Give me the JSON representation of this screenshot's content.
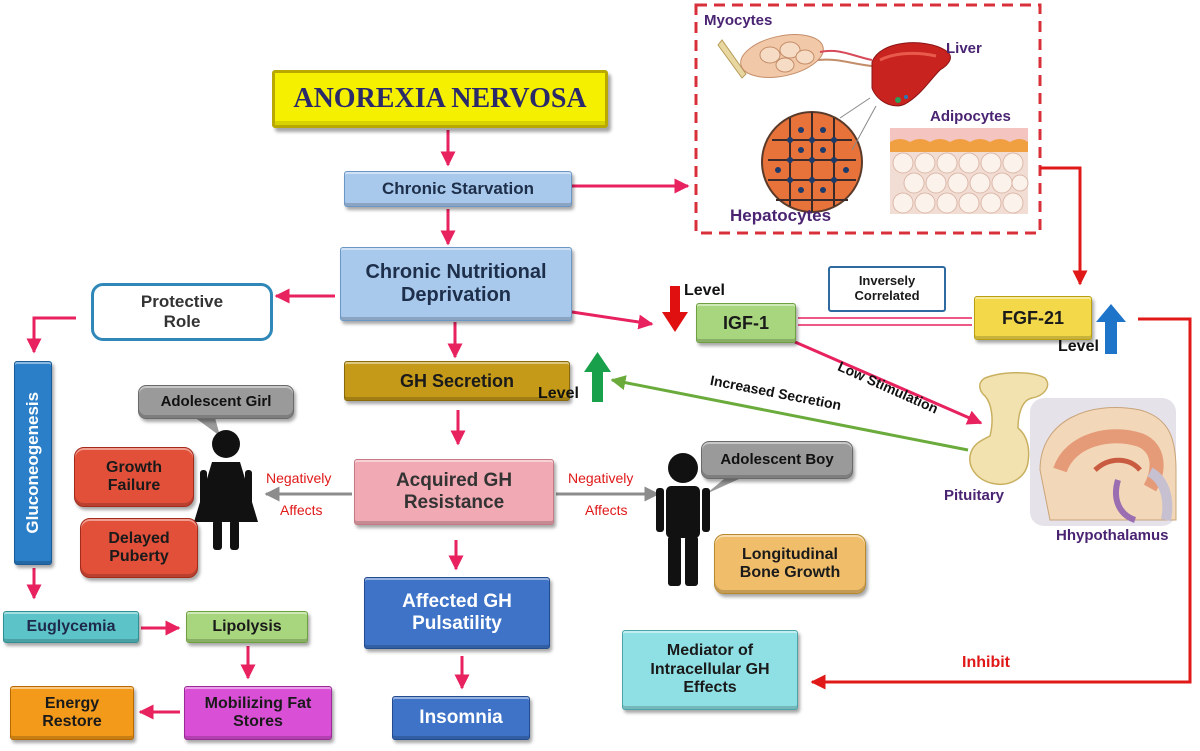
{
  "title": "ANOREXIA NERVOSA",
  "nodes": {
    "chronic_starvation": "Chronic Starvation",
    "chronic_deprivation": "Chronic Nutritional Deprivation",
    "protective_role": "Protective Role",
    "gluconeogenesis": "Gluconeogenesis",
    "euglycemia": "Euglycemia",
    "lipolysis": "Lipolysis",
    "mobilizing_fat": "Mobilizing Fat Stores",
    "energy_restore": "Energy Restore",
    "gh_secretion": "GH Secretion",
    "acquired_gh_resistance": "Acquired GH Resistance",
    "affected_gh_pulsatility": "Affected GH Pulsatility",
    "insomnia": "Insomnia",
    "adolescent_girl": "Adolescent Girl",
    "adolescent_boy": "Adolescent Boy",
    "growth_failure": "Growth Failure",
    "delayed_puberty": "Delayed Puberty",
    "longitudinal_bone_growth": "Longitudinal Bone Growth",
    "igf1": "IGF-1",
    "fgf21": "FGF-21",
    "inversely_correlated": "Inversely Correlated",
    "mediator": "Mediator of Intracellular GH Effects"
  },
  "labels": {
    "level_igf": "Level",
    "level_fgf": "Level",
    "level_gh": "Level",
    "negatively_affects_left_1": "Negatively",
    "negatively_affects_left_2": "Affects",
    "negatively_affects_right_1": "Negatively",
    "negatively_affects_right_2": "Affects",
    "low_stimulation": "Low Stimulation",
    "increased_secretion": "Increased Secretion",
    "inhibit": "Inhibit",
    "pituitary": "Pituitary",
    "hypothalamus": "Hhypothalamus",
    "myocytes": "Myocytes",
    "liver": "Liver",
    "adipocytes": "Adipocytes",
    "hepatocytes": "Hepatocytes"
  },
  "colors": {
    "arrow_pink": "#e8215f",
    "arrow_red": "#e01818",
    "arrow_green": "#6aab3c",
    "arrow_gray": "#8c8c8c",
    "level_down": "#e01010",
    "level_up_green": "#19a04a",
    "level_up_blue": "#1e74c8",
    "label_purple": "#4a2472"
  }
}
